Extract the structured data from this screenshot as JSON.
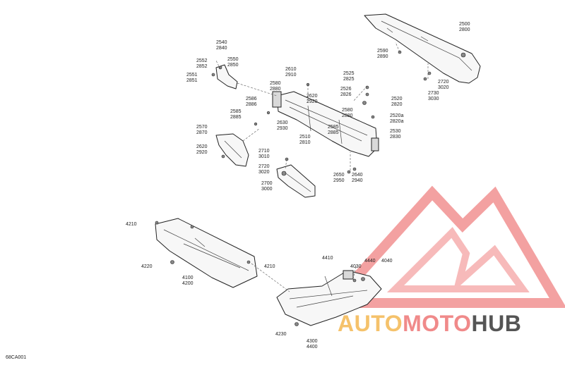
{
  "diagram": {
    "reference_code": "68CA001",
    "watermark": {
      "brand_auto": "AUTO",
      "brand_moto": "MOTO",
      "brand_hub": "HUB",
      "color_primary": "#f08a8a",
      "color_auto": "#f5c26b",
      "color_moto": "#f08a8a",
      "color_hub": "#555555"
    },
    "callouts": {
      "c2500": "2500",
      "c2800": "2800",
      "c2590": "2590",
      "c2890": "2890",
      "c2720a": "2720",
      "c3020a": "3020",
      "c2730": "2730",
      "c3030": "3030",
      "c2540": "2540",
      "c2840": "2840",
      "c2552": "2552",
      "c2852": "2852",
      "c2550": "2550",
      "c2850": "2850",
      "c2551": "2551",
      "c2851": "2851",
      "c2610": "2610",
      "c2910": "2910",
      "c2525": "2525",
      "c2825": "2825",
      "c2580a": "2580",
      "c2880a": "2880",
      "c2526": "2526",
      "c2826": "2826",
      "c2620a": "2620",
      "c2920a": "2920",
      "c2520": "2520",
      "c2820": "2820",
      "c2586": "2586",
      "c2886": "2886",
      "c2580b": "2580",
      "c2880b": "2880",
      "c2585a": "2585",
      "c2885a": "2885",
      "c2520a": "2520a",
      "c2820a": "2820a",
      "c2630": "2630",
      "c2930": "2930",
      "c2585b": "2585",
      "c2885b": "2885",
      "c2530": "2530",
      "c2830": "2830",
      "c2570": "2570",
      "c2870": "2870",
      "c2510": "2510",
      "c2810": "2810",
      "c2620b": "2620",
      "c2920b": "2920",
      "c2710": "2710",
      "c3010": "3010",
      "c2720b": "2720",
      "c3020b": "3020",
      "c2650": "2650",
      "c2950": "2950",
      "c2640": "2640",
      "c2940": "2940",
      "c2700": "2700",
      "c3000": "3000",
      "c4210a": "4210",
      "c4220": "4220",
      "c4210b": "4210",
      "c4410": "4410",
      "c4440": "4440",
      "c4040": "4040",
      "c4030": "4030",
      "c4100": "4100",
      "c4200": "4200",
      "c4230": "4230",
      "c4300": "4300",
      "c4400": "4400"
    }
  }
}
